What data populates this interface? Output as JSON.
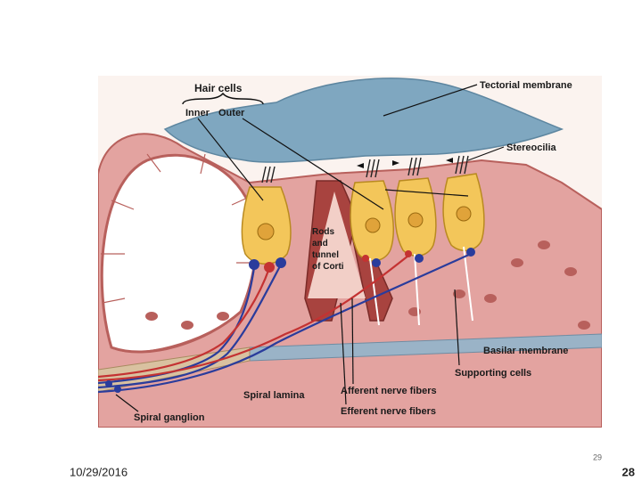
{
  "diagram": {
    "labels": {
      "hair_cells": "Hair cells",
      "inner": "Inner",
      "outer": "Outer",
      "tectorial_membrane": "Tectorial membrane",
      "stereocilia": "Stereocilia",
      "rods_line1": "Rods",
      "rods_line2": "and",
      "rods_line3": "tunnel",
      "rods_line4": "of Corti",
      "basilar_membrane": "Basilar membrane",
      "supporting_cells": "Supporting cells",
      "afferent_nerve_fibers": "Afferent nerve fibers",
      "efferent_nerve_fibers": "Efferent nerve fibers",
      "spiral_lamina": "Spiral lamina",
      "spiral_ganglion": "Spiral ganglion"
    },
    "colors": {
      "tectorial": "#7fa7c0",
      "tissue": "#e3a3a0",
      "tissue_dark": "#b8605c",
      "hair_cell": "#f3c65a",
      "afferent": "#2a3c9c",
      "efferent": "#c43232",
      "basilar": "#9ab3c7"
    }
  },
  "footer": {
    "date": "10/29/2016",
    "page_small": "29",
    "page_number": "28"
  }
}
